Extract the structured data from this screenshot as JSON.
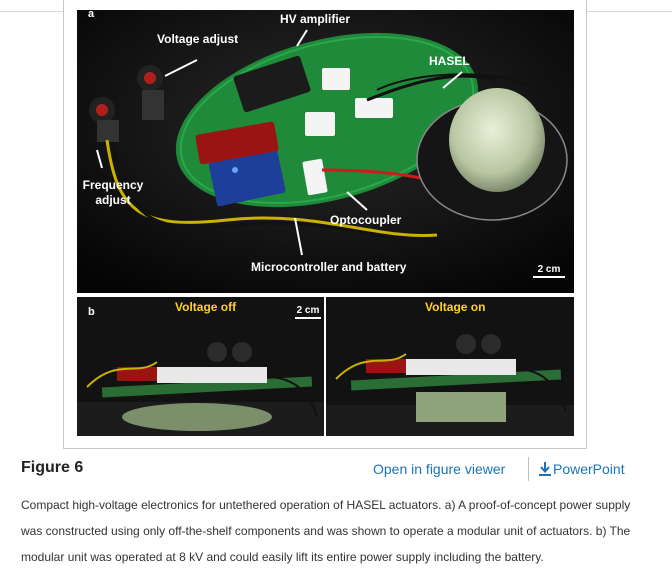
{
  "figure": {
    "panel_a": {
      "letter": "a",
      "labels": {
        "hv_amplifier": "HV amplifier",
        "voltage_adjust": "Voltage adjust",
        "hasel": "HASEL",
        "frequency_adjust": "Frequency\nadjust",
        "optocoupler": "Optocoupler",
        "microcontroller": "Microcontroller and battery"
      },
      "scale": "2 cm"
    },
    "panel_b": {
      "letter": "b",
      "voltage_off": "Voltage off",
      "voltage_on": "Voltage on",
      "scale": "2 cm"
    }
  },
  "figure_label": "Figure 6",
  "links": {
    "open_viewer": "Open in figure viewer",
    "powerpoint": "PowerPoint"
  },
  "caption": "Compact high-voltage electronics for untethered operation of HASEL actuators. a) A proof-of-concept power supply was constructed using only off-the-shelf components and was shown to operate a modular unit of actuators. b) The modular unit was operated at 8 kV and could easily lift its entire power supply including the battery.",
  "colors": {
    "link": "#1a73b8",
    "label_yellow": "#ffd21f",
    "board_green": "#1f8a3a"
  },
  "icons": {
    "download": "download-icon"
  }
}
